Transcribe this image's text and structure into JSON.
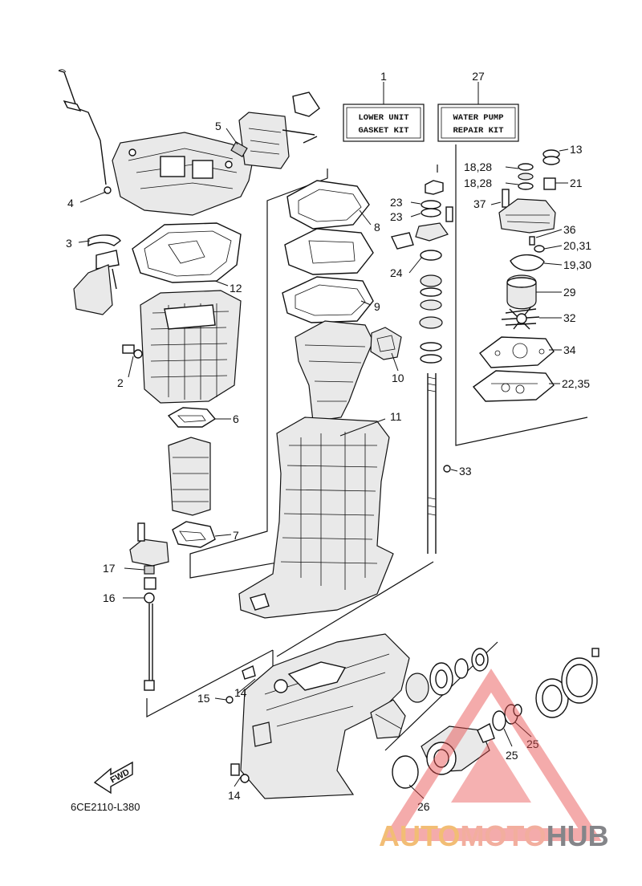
{
  "kits": [
    {
      "number": "1",
      "line1": "LOWER UNIT",
      "line2": "GASKET KIT"
    },
    {
      "number": "27",
      "line1": "WATER PUMP",
      "line2": "REPAIR KIT"
    }
  ],
  "labels": {
    "l2": "2",
    "l3": "3",
    "l4": "4",
    "l5": "5",
    "l6": "6",
    "l7": "7",
    "l8": "8",
    "l9": "9",
    "l10": "10",
    "l11": "11",
    "l12": "12",
    "l13": "13",
    "l14a": "14",
    "l14b": "14",
    "l15": "15",
    "l16": "16",
    "l17": "17",
    "l18a": "18,28",
    "l18b": "18,28",
    "l19": "19,30",
    "l20": "20,31",
    "l21": "21",
    "l22": "22,35",
    "l23a": "23",
    "l23b": "23",
    "l24": "24",
    "l25a": "25",
    "l25b": "25",
    "l26": "26",
    "l29": "29",
    "l32": "32",
    "l33": "33",
    "l34": "34",
    "l36": "36",
    "l37": "37"
  },
  "diagram_code": "6CE2110-L380",
  "fwd_label": "FWD",
  "watermark": {
    "part1": "AUTO",
    "part2": "MOTO",
    "part3": "HUB"
  },
  "colors": {
    "watermark_orange": "#f0b25e",
    "watermark_pink": "#f0a08e",
    "watermark_gray": "#6f7075",
    "triangle_red": "#e84a4a"
  }
}
